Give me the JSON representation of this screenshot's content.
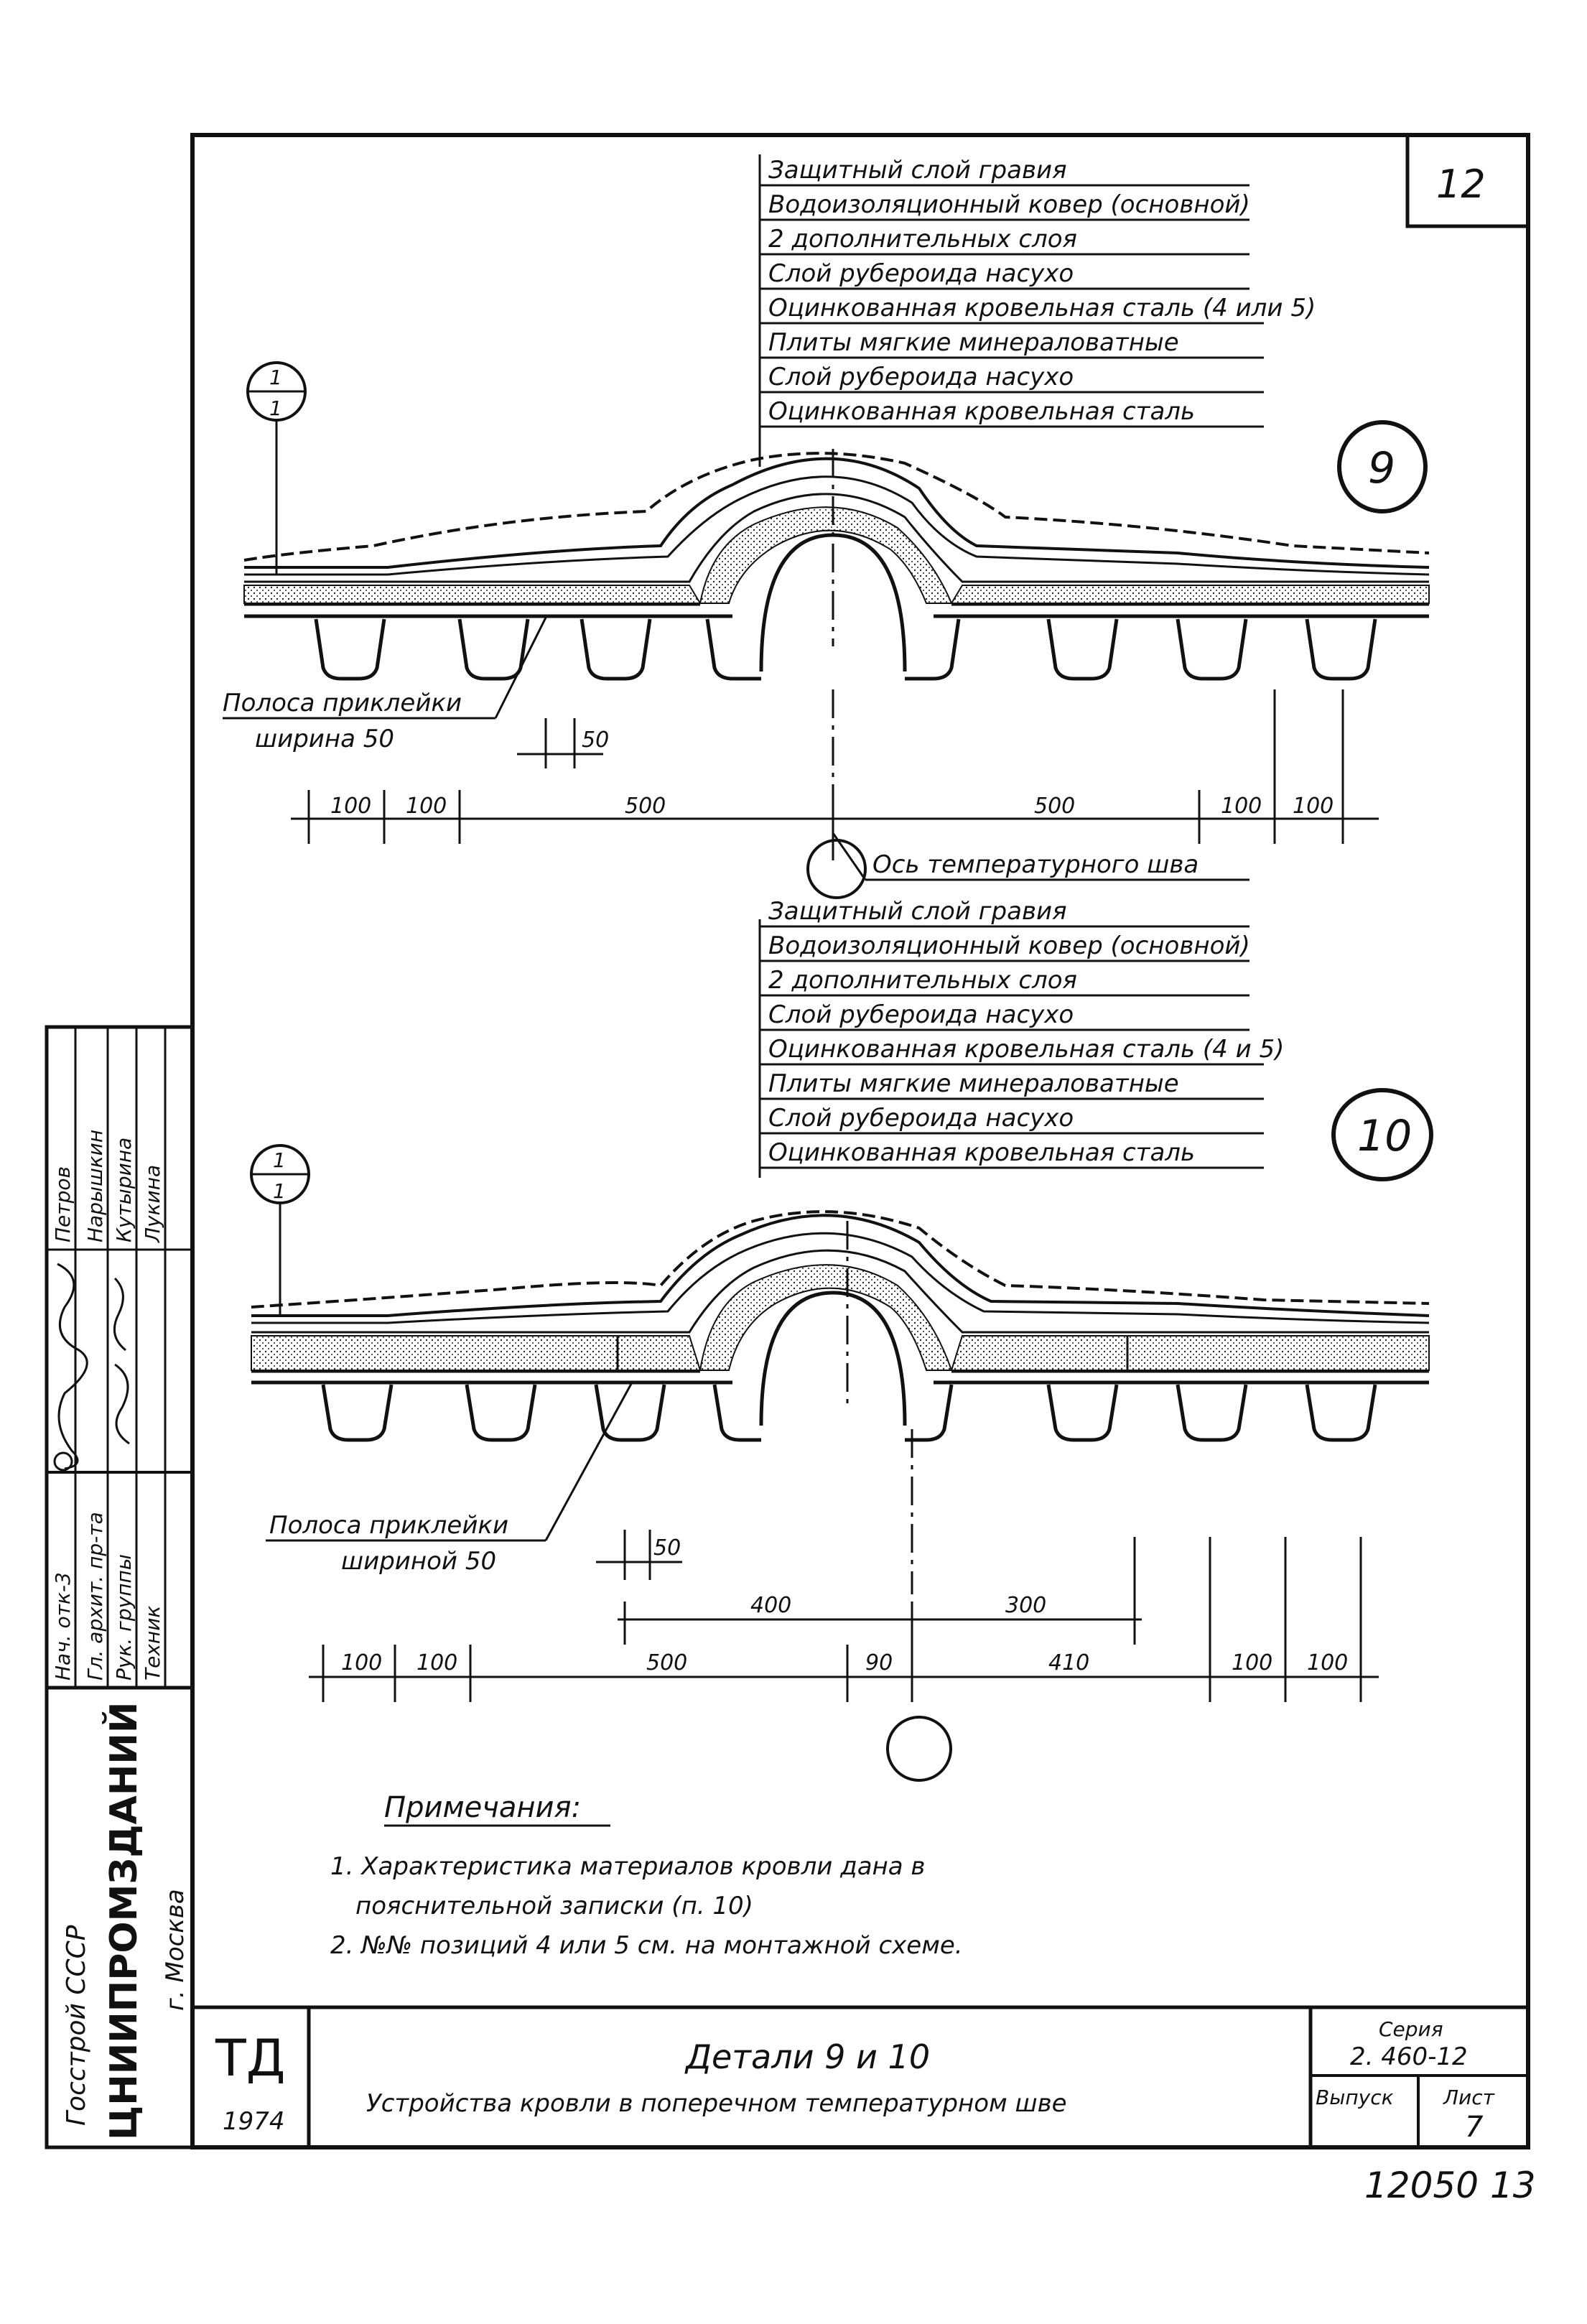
{
  "sheet_number": "12",
  "detail9": {
    "marker": "9",
    "section_mark": "1\n1",
    "layers": [
      "Защитный слой гравия",
      "Водоизоляционный ковер (основной)",
      "2 дополнительных слоя",
      "Слой рубероида насухо",
      "Оцинкованная кровельная сталь (4 или 5)",
      "Плиты мягкие минераловатные",
      "Слой рубероида насухо",
      "Оцинкованная кровельная сталь"
    ],
    "strip_label_1": "Полоса приклейки",
    "strip_label_2": "ширина 50",
    "dim_50": "50",
    "dims": [
      "100",
      "100",
      "500",
      "500",
      "100",
      "100"
    ],
    "axis_label": "Ось температурного шва"
  },
  "detail10": {
    "marker": "10",
    "section_mark": "1\n1",
    "layers": [
      "Защитный слой гравия",
      "Водоизоляционный ковер (основной)",
      "2 дополнительных слоя",
      "Слой рубероида насухо",
      "Оцинкованная кровельная сталь (4 и 5)",
      "Плиты мягкие минераловатные",
      "Слой рубероида насухо",
      "Оцинкованная кровельная сталь"
    ],
    "strip_label_1": "Полоса приклейки",
    "strip_label_2": "шириной 50",
    "dim_50": "50",
    "dims_top": [
      "400",
      "300"
    ],
    "dims": [
      "100",
      "100",
      "500",
      "90",
      "410",
      "100",
      "100"
    ]
  },
  "notes": {
    "title": "Примечания:",
    "items": [
      "1. Характеристика материалов кровли дана в",
      "пояснительной записки (п. 10)",
      "2. №№ позиций 4 или 5 см. на монтажной схеме."
    ]
  },
  "stamp": {
    "org1": "Госстрой СССР",
    "org2": "ЦНИИПРОМЗДАНИЙ",
    "org3": "г. Москва",
    "roles": [
      "Нач. отк-3",
      "Гл. архит. пр-та",
      "Рук. группы",
      "Техник"
    ],
    "names": [
      "Петров",
      "Нарышкин",
      "Кутырина",
      "Лукина"
    ],
    "td": "ТД",
    "year": "1974",
    "title1": "Детали 9 и 10",
    "title2": "Устройства кровли в поперечном температурном шве",
    "series_label": "Серия",
    "series": "2. 460-12",
    "issue_label": "Выпуск",
    "sheet_label": "Лист",
    "sheet": "7"
  },
  "footer_code": "12050 13"
}
